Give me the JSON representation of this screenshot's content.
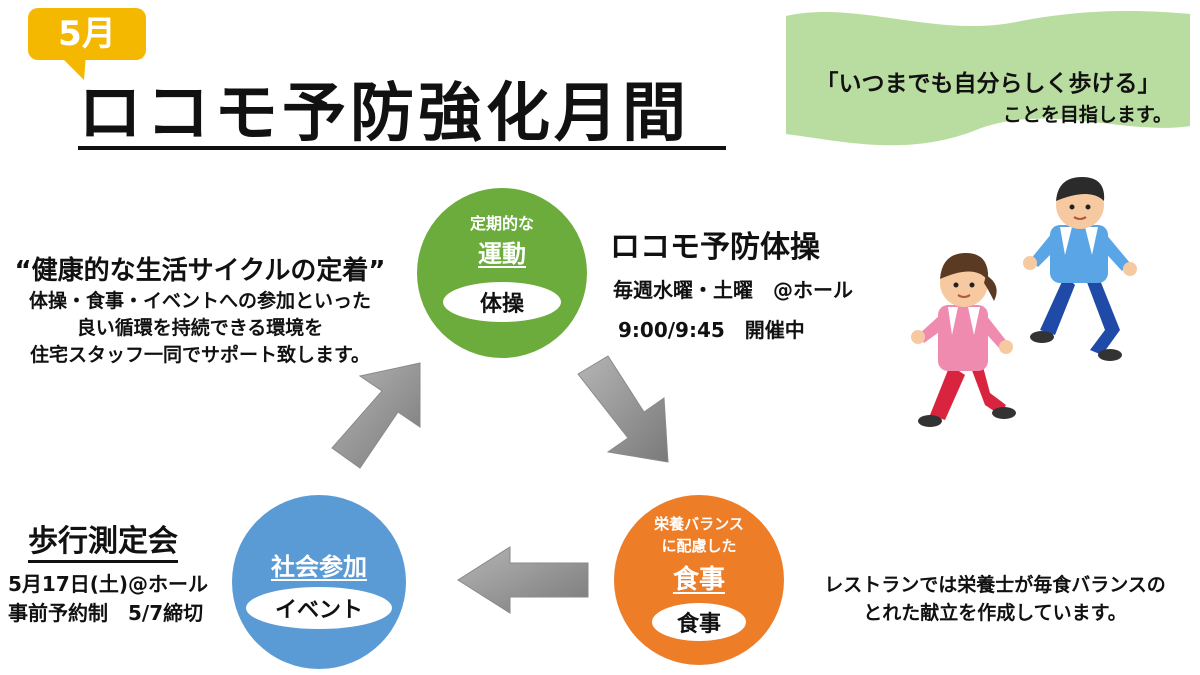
{
  "header": {
    "month_badge": "5月",
    "title": "ロコモ予防強化月間"
  },
  "banner": {
    "line1": "「いつまでも自分らしく歩ける」",
    "line2": "ことを目指します。"
  },
  "cycle": {
    "heading": "“健康的な生活サイクルの定着”",
    "description": [
      "体操・食事・イベントへの参加といった",
      "良い循環を持続できる環境を",
      "住宅スタッフ一同でサポート致します。"
    ]
  },
  "exercise": {
    "subtitle": "定期的な",
    "title": "運動",
    "pill": "体操",
    "heading": "ロコモ予防体操",
    "schedule": "毎週水曜・土曜　@ホール",
    "time": "9:00/9:45　開催中"
  },
  "meal": {
    "subtitle_line1": "栄養バランス",
    "subtitle_line2": "に配慮した",
    "title": "食事",
    "pill": "食事",
    "description_line1": "レストランでは栄養士が毎食バランスの",
    "description_line2": "とれた献立を作成しています。"
  },
  "social": {
    "title": "社会参加",
    "pill": "イベント",
    "event_heading": "歩行測定会",
    "event_date": "5月17日(土)@ホール",
    "event_reservation": "事前予約制　5/7締切"
  },
  "colors": {
    "exercise": "#6cac3c",
    "meal": "#ee7d28",
    "social": "#5b9bd5",
    "badge": "#f5b800",
    "banner": "#b9dca0",
    "arrow": "#8c8c8c"
  }
}
